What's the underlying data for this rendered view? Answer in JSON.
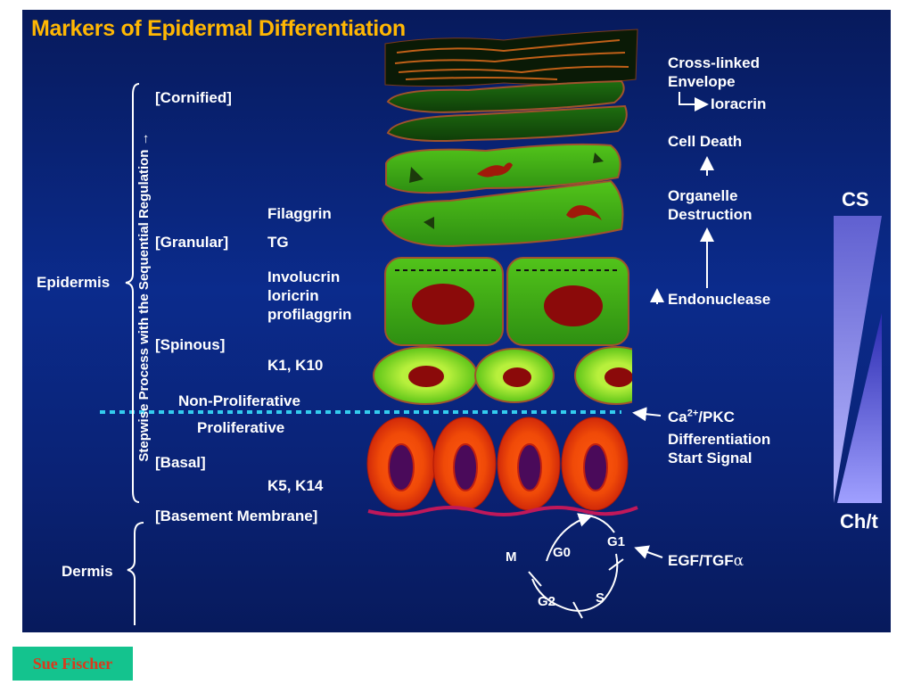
{
  "title": "Markers of Epidermal Differentiation",
  "vertical_label": "Stepwise Process with the Sequential Regulation →",
  "regions": {
    "epidermis": "Epidermis",
    "dermis": "Dermis"
  },
  "layers": {
    "cornified": "[Cornified]",
    "granular": "[Granular]",
    "spinous": "[Spinous]",
    "basal": "[Basal]",
    "basement_membrane": "[Basement Membrane]"
  },
  "markers": {
    "filaggrin": "Filaggrin",
    "tg": "TG",
    "involucrin": "Involucrin",
    "loricrin": "loricrin",
    "profilaggrin": "profilaggrin",
    "k1_k10": "K1, K10",
    "k5_k14": "K5, K14"
  },
  "boundary": {
    "non_proliferative": "Non-Proliferative",
    "proliferative": "Proliferative"
  },
  "right_events": {
    "cross_linked_1": "Cross-linked",
    "cross_linked_2": "Envelope",
    "ioracrin": "Ioracrin",
    "cell_death": "Cell Death",
    "organelle_1": "Organelle",
    "organelle_2": "Destruction",
    "endonuclease": "Endonuclease",
    "ca_pre": "Ca",
    "ca_sup": "2+",
    "ca_post": "/PKC",
    "differentiation": "Differentiation",
    "start_signal": "Start Signal",
    "egf_pre": "EGF/TGF",
    "egf_alpha": "α"
  },
  "cell_cycle": {
    "g0": "G0",
    "g1": "G1",
    "g2": "G2",
    "s": "S",
    "m": "M"
  },
  "gradient_labels": {
    "top": "CS",
    "bottom": "Ch/t"
  },
  "author": "Sue Fischer",
  "colors": {
    "title": "#ffb703",
    "background": "#0b2b8c",
    "cell_green": "#3aa81e",
    "cell_outline": "#a0522d",
    "nucleus": "#8b0a0a",
    "dashed_line": "#33ccee",
    "membrane": "#c0185a",
    "gradient": "#8080e8",
    "author_bg": "#14c38e",
    "author_text": "#d93a1c"
  }
}
